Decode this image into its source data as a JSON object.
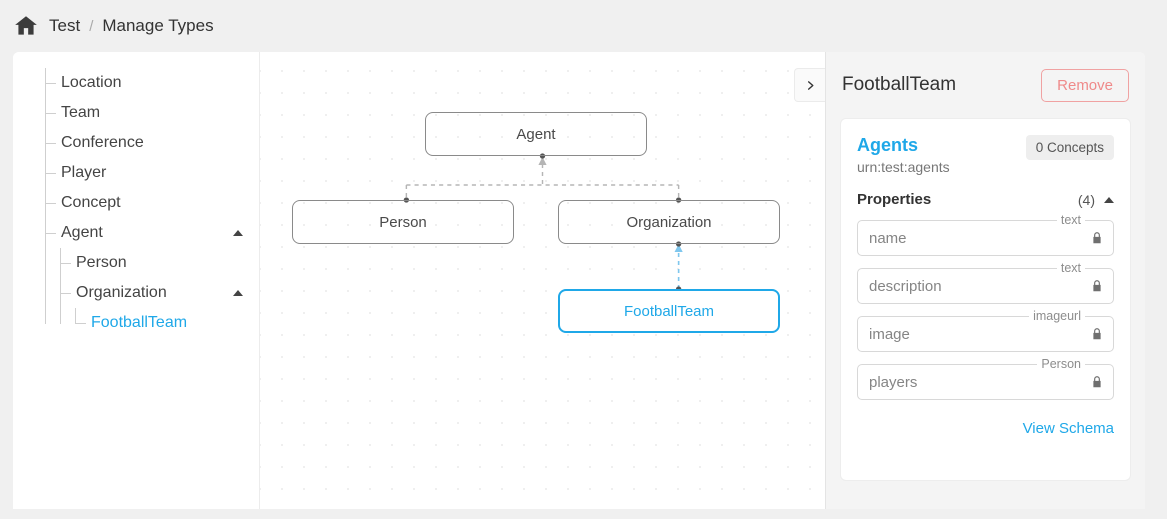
{
  "breadcrumb": {
    "home_icon": "home-icon",
    "root": "Test",
    "separator": "/",
    "current": "Manage Types"
  },
  "sidebar": {
    "items": [
      {
        "label": "Location",
        "level": 0,
        "selected": false,
        "expanded": null
      },
      {
        "label": "Team",
        "level": 0,
        "selected": false,
        "expanded": null
      },
      {
        "label": "Conference",
        "level": 0,
        "selected": false,
        "expanded": null
      },
      {
        "label": "Player",
        "level": 0,
        "selected": false,
        "expanded": null
      },
      {
        "label": "Concept",
        "level": 0,
        "selected": false,
        "expanded": null
      },
      {
        "label": "Agent",
        "level": 0,
        "selected": false,
        "expanded": true
      },
      {
        "label": "Person",
        "level": 1,
        "selected": false,
        "expanded": null
      },
      {
        "label": "Organization",
        "level": 1,
        "selected": false,
        "expanded": true
      },
      {
        "label": "FootballTeam",
        "level": 2,
        "selected": true,
        "expanded": null
      }
    ]
  },
  "canvas": {
    "collapse_icon": "chevron-right-icon",
    "nodes": [
      {
        "id": "agent",
        "label": "Agent",
        "selected": false
      },
      {
        "id": "person",
        "label": "Person",
        "selected": false
      },
      {
        "id": "organization",
        "label": "Organization",
        "selected": false
      },
      {
        "id": "footballteam",
        "label": "FootballTeam",
        "selected": true
      }
    ],
    "edges": [
      {
        "from": "person",
        "to": "agent",
        "style": "dashed",
        "color": "#b5b5b5"
      },
      {
        "from": "organization",
        "to": "agent",
        "style": "dashed",
        "color": "#b5b5b5"
      },
      {
        "from": "footballteam",
        "to": "organization",
        "style": "dashed",
        "color": "#7fc7ee"
      }
    ]
  },
  "details": {
    "title": "FootballTeam",
    "remove_label": "Remove",
    "namespace_name": "Agents",
    "namespace_urn": "urn:test:agents",
    "concepts_badge": "0 Concepts",
    "properties_title": "Properties",
    "properties_count": "(4)",
    "collapse_icon": "triangle-up-icon",
    "properties": [
      {
        "name": "name",
        "type": "text",
        "locked": true
      },
      {
        "name": "description",
        "type": "text",
        "locked": true
      },
      {
        "name": "image",
        "type": "imageurl",
        "locked": true
      },
      {
        "name": "players",
        "type": "Person",
        "locked": true
      }
    ],
    "view_schema_label": "View Schema"
  },
  "colors": {
    "accent": "#1fa8e8",
    "danger": "#ef8a8a",
    "page_bg": "#f0f0f0",
    "node_border": "#8a8a8a"
  }
}
